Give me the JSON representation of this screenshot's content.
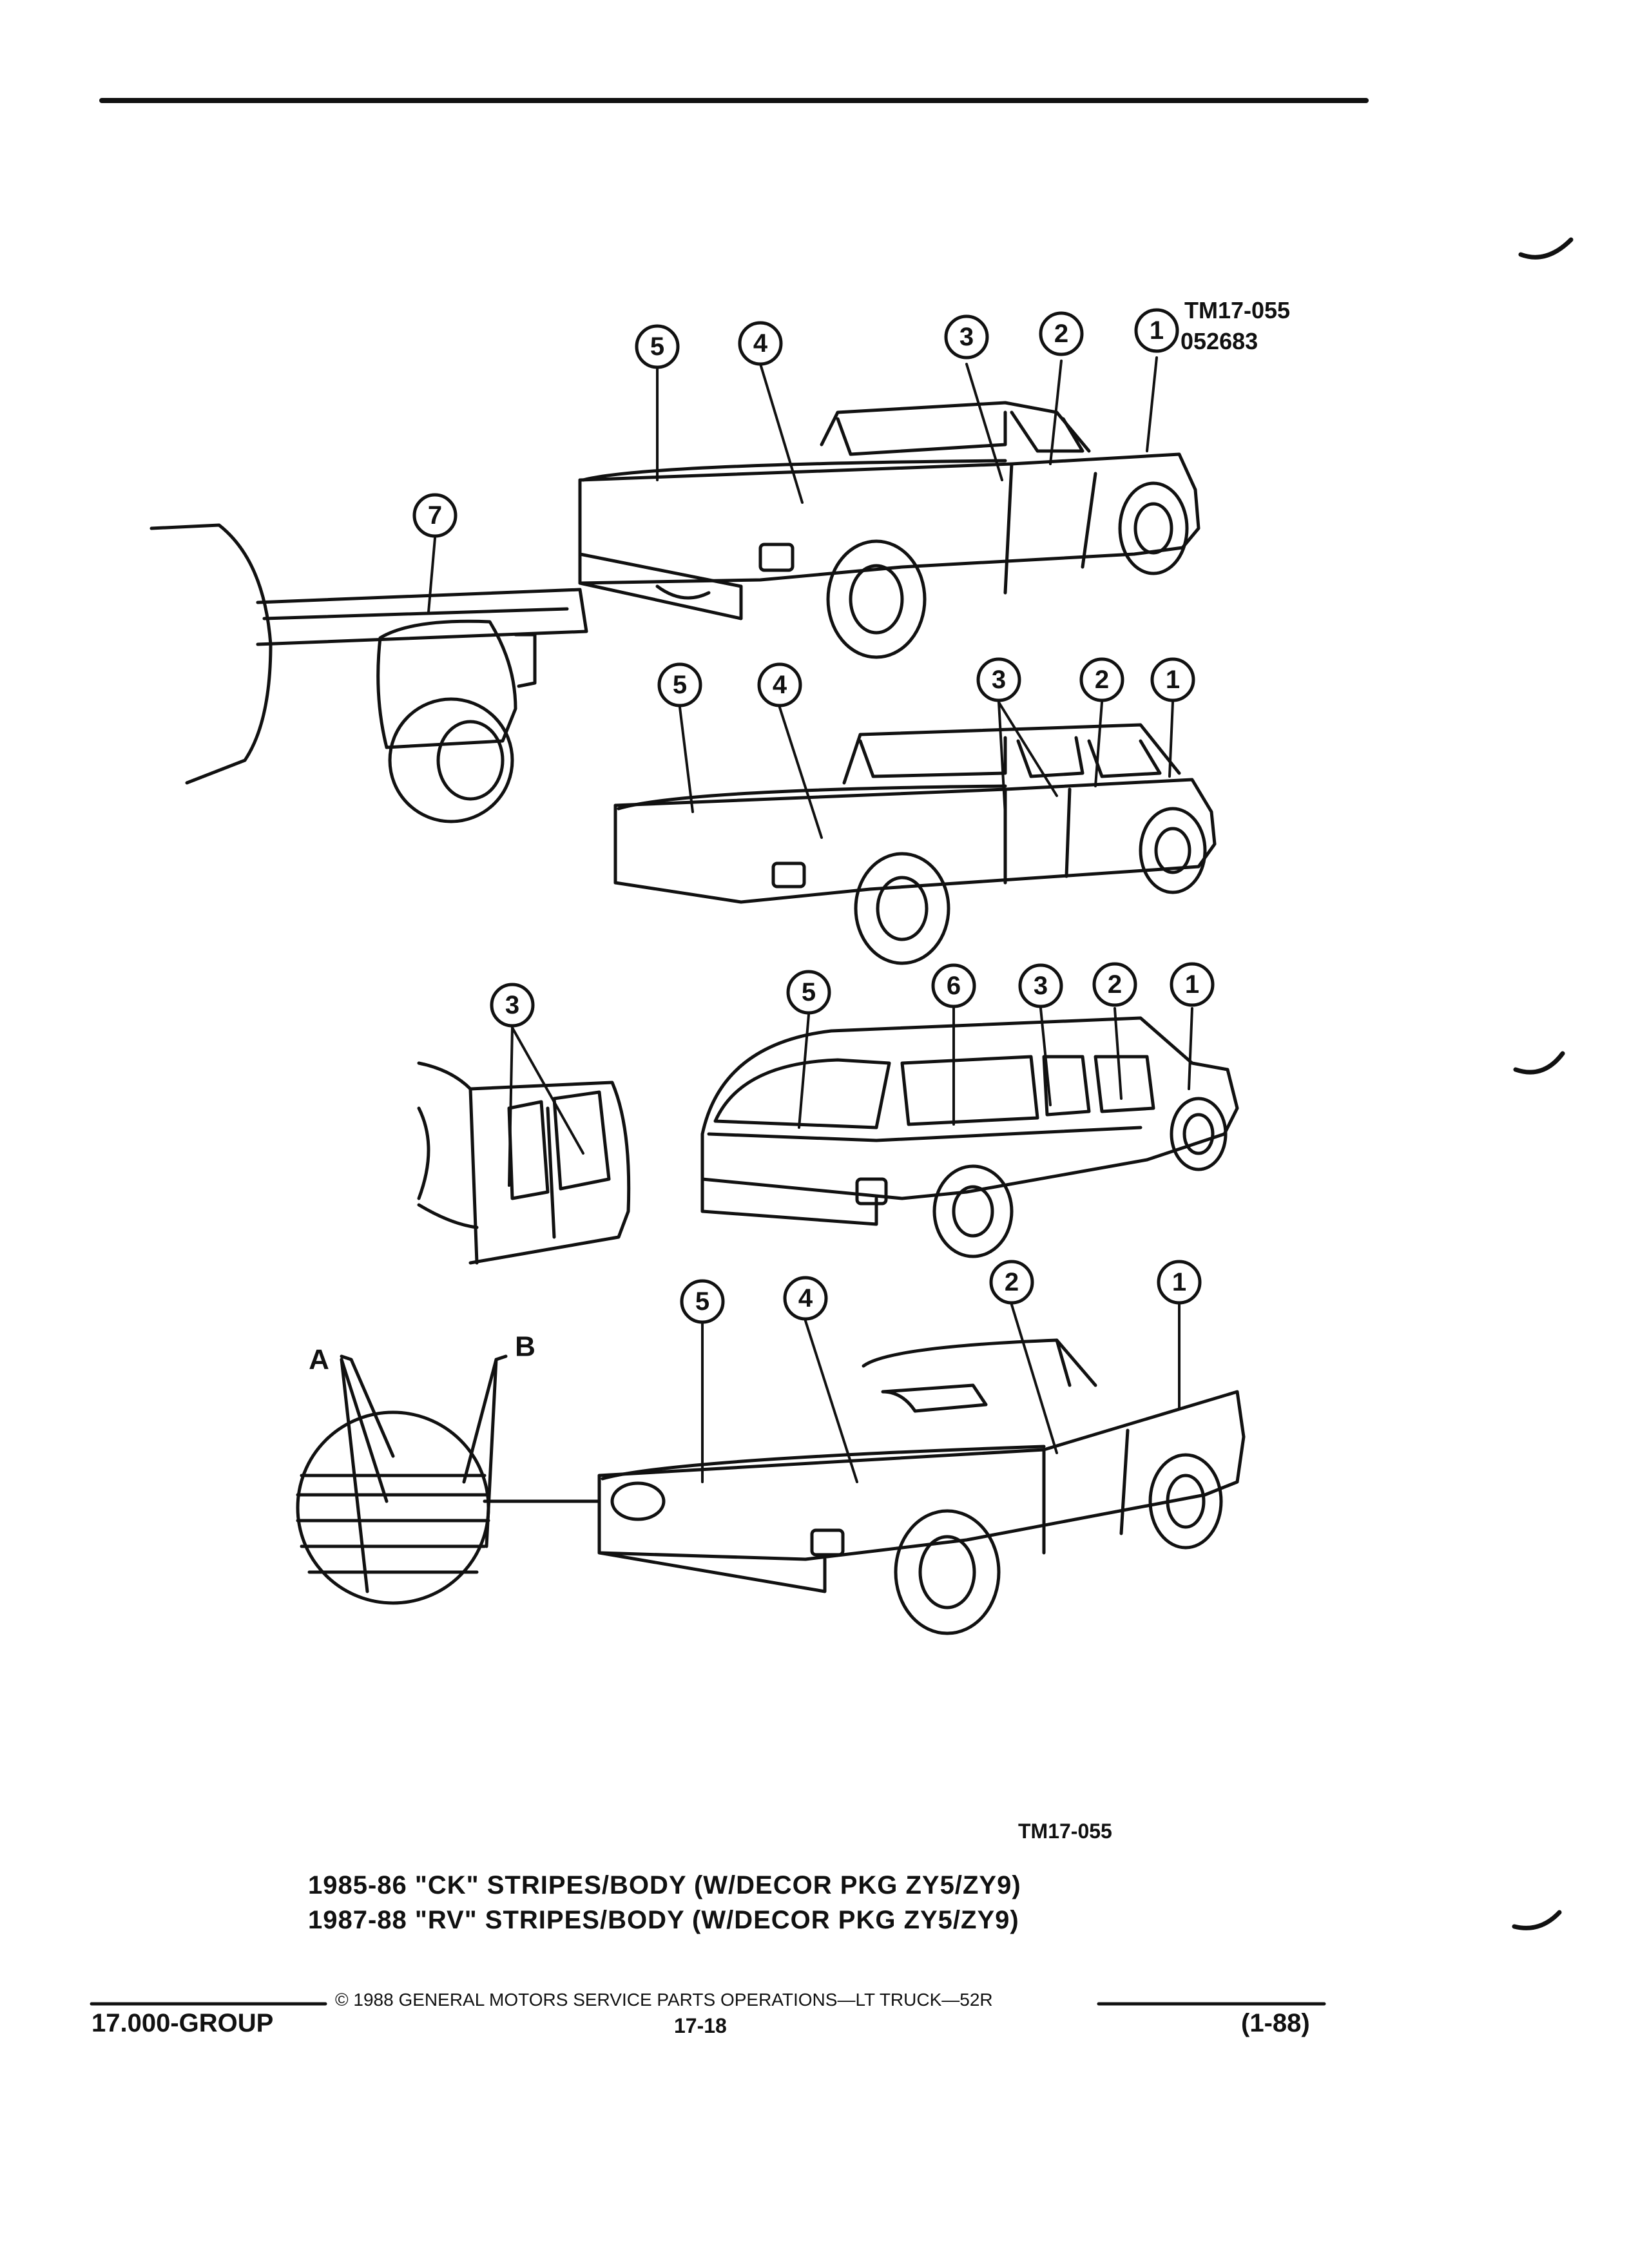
{
  "header": {
    "tm_ref_line1": "TM17-055",
    "tm_ref_line2": "052683"
  },
  "callouts": {
    "one": "1",
    "two": "2",
    "three": "3",
    "four": "4",
    "five": "5",
    "six": "6",
    "seven": "7",
    "detail_a": "A",
    "detail_b": "B"
  },
  "figure_ref": "TM17-055",
  "caption": {
    "line1": "1985-86 \"CK\" STRIPES/BODY (W/DECOR PKG ZY5/ZY9)",
    "line2": "1987-88 \"RV\" STRIPES/BODY (W/DECOR PKG ZY5/ZY9)"
  },
  "footer": {
    "copyright": "© 1988 GENERAL MOTORS SERVICE PARTS OPERATIONS—LT TRUCK—52R",
    "group": "17.000-GROUP",
    "page_number": "17-18",
    "date_code": "(1-88)"
  },
  "colors": {
    "ink": "#111111",
    "paper": "#ffffff"
  }
}
